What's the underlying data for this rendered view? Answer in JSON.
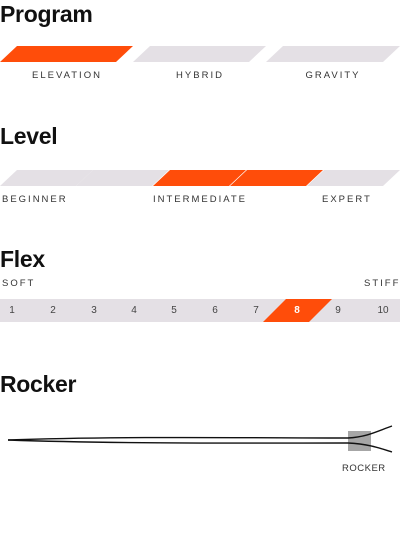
{
  "colors": {
    "accent": "#ff4d0a",
    "inactive": "#e4e0e5",
    "marker": "#a6a6a6"
  },
  "program": {
    "title": "Program",
    "options": [
      {
        "label": "ELEVATION",
        "selected": true
      },
      {
        "label": "HYBRID",
        "selected": false
      },
      {
        "label": "GRAVITY",
        "selected": false
      }
    ]
  },
  "level": {
    "title": "Level",
    "segments": [
      false,
      false,
      true,
      true,
      false
    ],
    "labels": {
      "beginner": "BEGINNER",
      "intermediate": "INTERMEDIATE",
      "expert": "EXPERT"
    }
  },
  "flex": {
    "title": "Flex",
    "soft_label": "SOFT",
    "stiff_label": "STIFF",
    "values": [
      "1",
      "2",
      "3",
      "4",
      "5",
      "6",
      "7",
      "8",
      "9",
      "10"
    ],
    "selected": "8"
  },
  "rocker": {
    "title": "Rocker",
    "marker_label": "ROCKER"
  }
}
